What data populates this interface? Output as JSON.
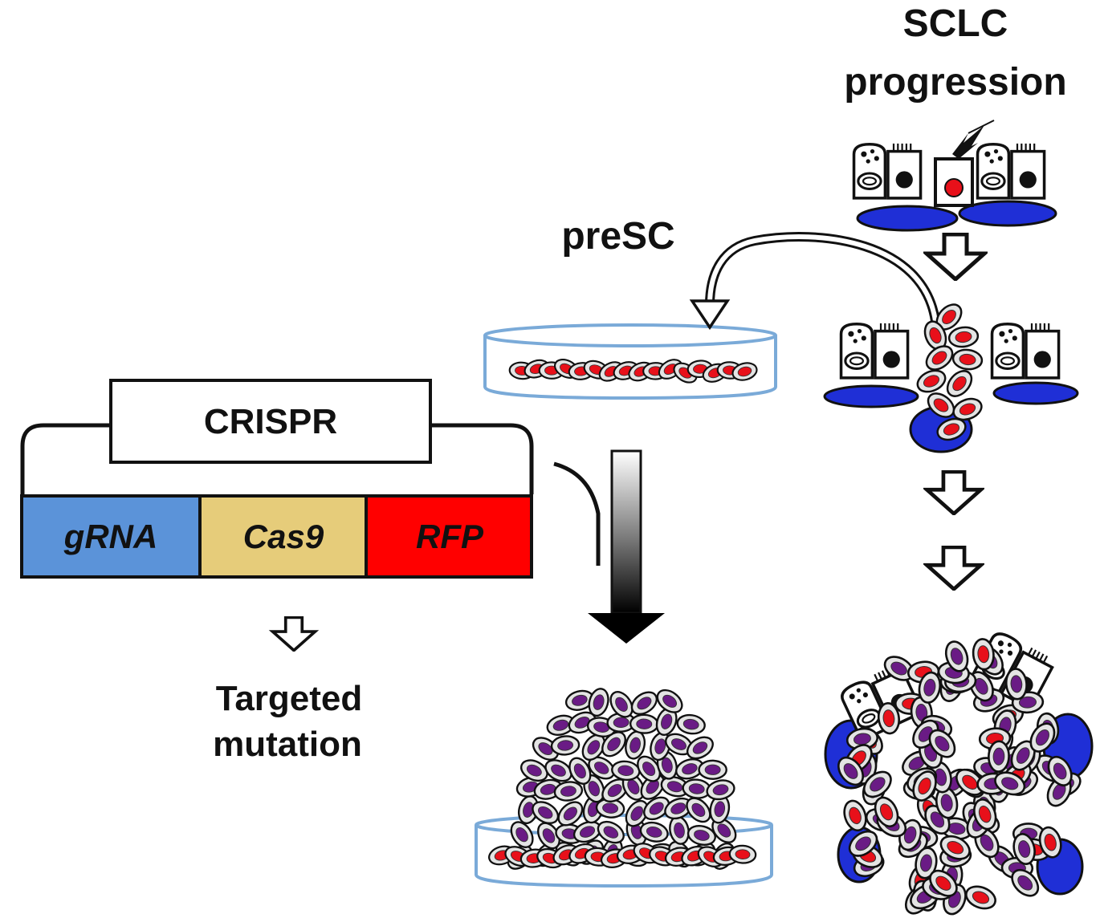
{
  "labels": {
    "sclc_line1": "SCLC",
    "sclc_line2": "progression",
    "presc": "preSC",
    "crispr": "CRISPR",
    "targeted_line1": "Targeted",
    "targeted_line2": "mutation"
  },
  "cassette": {
    "segments": [
      {
        "label": "gRNA",
        "color": "#5b93d9"
      },
      {
        "label": "Cas9",
        "color": "#e6cc7a"
      },
      {
        "label": "RFP",
        "color": "#ff0000"
      }
    ]
  },
  "colors": {
    "red_cell_nucleus": "#e8101a",
    "purple_cell_nucleus": "#6a1b85",
    "basal_cell": "#1f2fd6",
    "dish_outline": "#7aaad8",
    "mutation_spark": "#111111"
  }
}
